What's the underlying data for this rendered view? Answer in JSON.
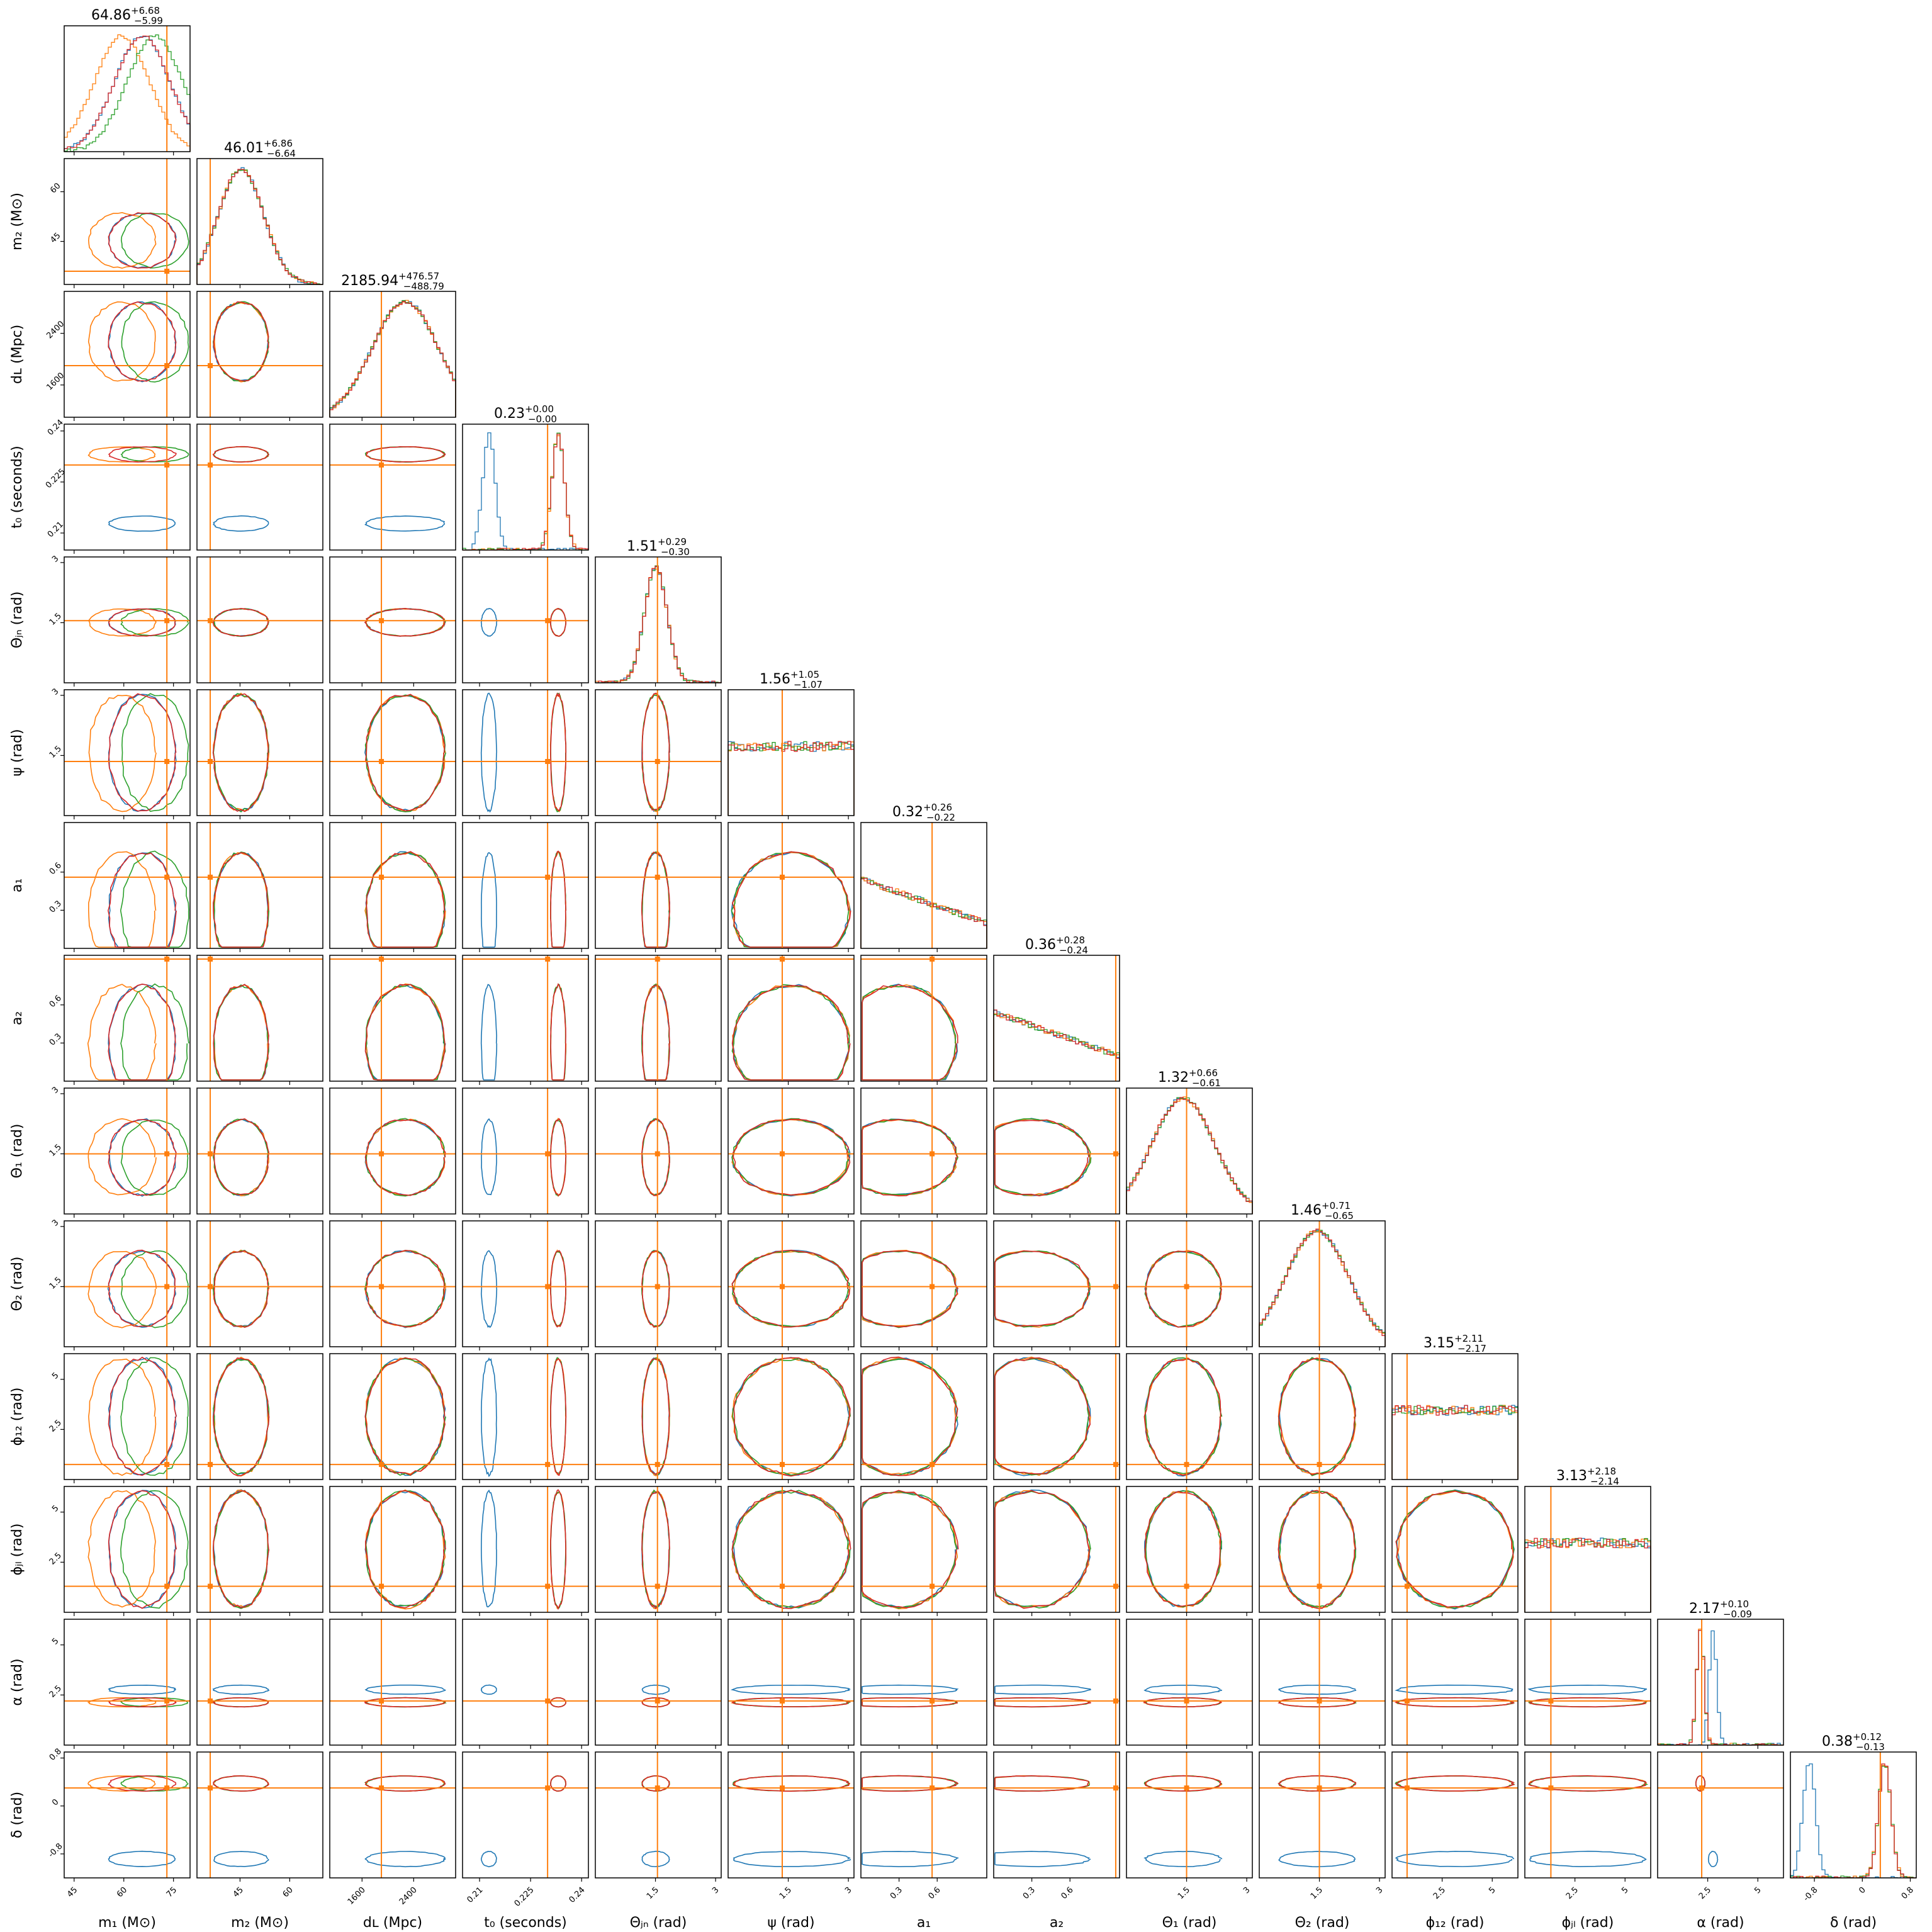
{
  "chart_data": {
    "type": "corner",
    "series": [
      {
        "name": "",
        "color": "#1f77b4"
      },
      {
        "name": "",
        "color": "#ff7f0e"
      },
      {
        "name": "",
        "color": "#2ca02c"
      },
      {
        "name": "",
        "color": "#d62728"
      }
    ],
    "truth_color": "#ff7f0e",
    "params": [
      {
        "key": "m1",
        "label": "m₁ (M⊙)",
        "range": [
          42,
          80
        ],
        "ticks": [
          45,
          60,
          75
        ],
        "truth": 73,
        "median": "64.86",
        "plus": "+6.68",
        "minus": "−5.99"
      },
      {
        "key": "m2",
        "label": "m₂ (M⊙)",
        "range": [
          32,
          70
        ],
        "ticks": [
          45,
          60
        ],
        "truth": 36,
        "median": "46.01",
        "plus": "+6.86",
        "minus": "−6.64"
      },
      {
        "key": "dL",
        "label": "dʟ (Mpc)",
        "range": [
          1100,
          3050
        ],
        "ticks": [
          1600,
          2400
        ],
        "truth": 1900,
        "median": "2185.94",
        "plus": "+476.57",
        "minus": "−488.79"
      },
      {
        "key": "t0",
        "label": "t₀ (seconds)",
        "range": [
          0.205,
          0.242
        ],
        "ticks": [
          0.21,
          0.225,
          0.24
        ],
        "truth": 0.23,
        "median": "0.23",
        "plus": "+0.00",
        "minus": "−0.00"
      },
      {
        "key": "thetajn",
        "label": "Θⱼₙ (rad)",
        "range": [
          0,
          3.14
        ],
        "ticks": [
          1.5,
          3.0
        ],
        "truth": 1.55,
        "median": "1.51",
        "plus": "+0.29",
        "minus": "−0.30"
      },
      {
        "key": "psi",
        "label": "ψ (rad)",
        "range": [
          0,
          3.14
        ],
        "ticks": [
          1.5,
          3.0
        ],
        "truth": 1.35,
        "median": "1.56",
        "plus": "+1.05",
        "minus": "−1.07"
      },
      {
        "key": "a1",
        "label": "a₁",
        "range": [
          0,
          0.99
        ],
        "ticks": [
          0.3,
          0.6
        ],
        "truth": 0.56,
        "median": "0.32",
        "plus": "+0.26",
        "minus": "−0.22"
      },
      {
        "key": "a2",
        "label": "a₂",
        "range": [
          0,
          0.99
        ],
        "ticks": [
          0.3,
          0.6
        ],
        "truth": 0.96,
        "median": "0.36",
        "plus": "+0.28",
        "minus": "−0.24"
      },
      {
        "key": "theta1",
        "label": "Θ₁ (rad)",
        "range": [
          0,
          3.14
        ],
        "ticks": [
          1.5,
          3.0
        ],
        "truth": 1.5,
        "median": "1.32",
        "plus": "+0.66",
        "minus": "−0.61"
      },
      {
        "key": "theta2",
        "label": "Θ₂ (rad)",
        "range": [
          0,
          3.14
        ],
        "ticks": [
          1.5,
          3.0
        ],
        "truth": 1.5,
        "median": "1.46",
        "plus": "+0.71",
        "minus": "−0.65"
      },
      {
        "key": "phi12",
        "label": "ϕ₁₂ (rad)",
        "range": [
          0,
          6.28
        ],
        "ticks": [
          2.5,
          5.0
        ],
        "truth": 0.75,
        "median": "3.15",
        "plus": "+2.11",
        "minus": "−2.17"
      },
      {
        "key": "phijl",
        "label": "ϕⱼₗ (rad)",
        "range": [
          0,
          6.28
        ],
        "ticks": [
          2.5,
          5.0
        ],
        "truth": 1.3,
        "median": "3.13",
        "plus": "+2.18",
        "minus": "−2.14"
      },
      {
        "key": "alpha",
        "label": "α (rad)",
        "range": [
          0,
          6.28
        ],
        "ticks": [
          2.5,
          5.0
        ],
        "truth": 2.2,
        "median": "2.17",
        "plus": "+0.10",
        "minus": "−0.09"
      },
      {
        "key": "delta",
        "label": "δ (rad)",
        "range": [
          -1.2,
          0.9
        ],
        "ticks": [
          -0.8,
          0.0,
          0.8
        ],
        "truth": 0.3,
        "median": "0.38",
        "plus": "+0.12",
        "minus": "−0.13"
      }
    ]
  }
}
